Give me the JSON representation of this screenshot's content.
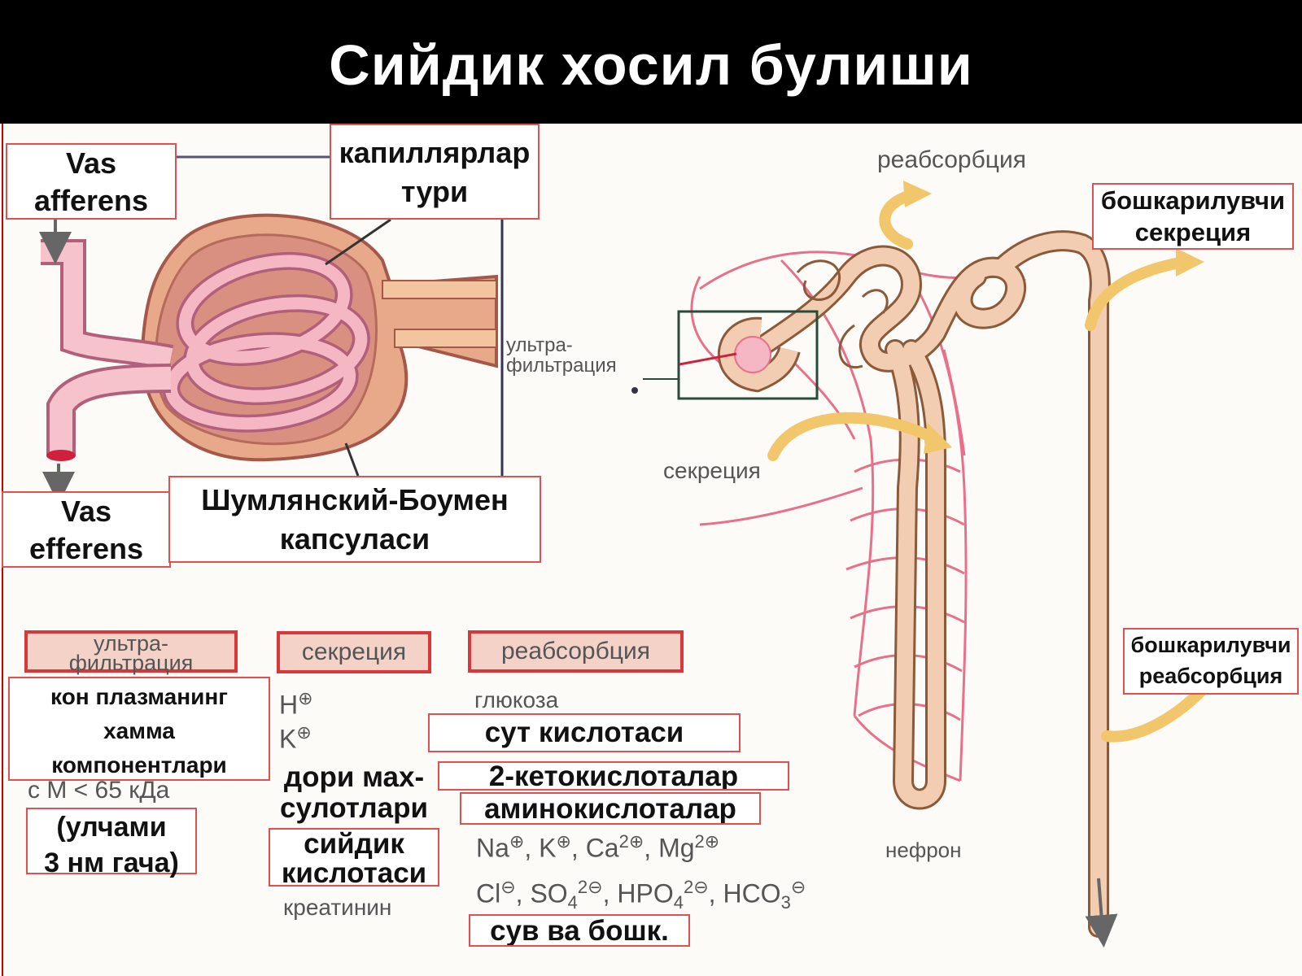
{
  "title": "Сийдик хосил булиши",
  "labels": {
    "vas_afferens": [
      "Vas",
      "afferens"
    ],
    "capillaries": [
      "капиллярлар",
      "тури"
    ],
    "vas_efferens": [
      "Vas",
      "efferens"
    ],
    "capsule": [
      "Шумлянский-Боумен",
      "капсуласи"
    ],
    "controlled_secretion": [
      "бошкарилувчи",
      "секреция"
    ],
    "controlled_reabsorption": [
      "бошкарилувчи",
      "реабсорбция"
    ]
  },
  "nephron_text": {
    "reabsorption": "реабсорбция",
    "ultrafiltration": [
      "ультра-",
      "фильтрация"
    ],
    "secretion": "секреция",
    "nephron": "нефрон"
  },
  "columns": {
    "ultrafiltration_header": [
      "ультра-",
      "фильтрация"
    ],
    "secretion_header": "секреция",
    "reabsorption_header": "реабсорбция"
  },
  "ultrafiltration_items": {
    "box": [
      "кон плазманинг",
      "хамма",
      "компонентлари"
    ],
    "mass_note": "с М < 65 кДа",
    "size_box": [
      "(улчами",
      "3 нм гача)"
    ]
  },
  "secretion_items": {
    "h": "H",
    "k": "K",
    "drugs": [
      "дори мах-",
      "сулотлари"
    ],
    "uric_acid": [
      "сийдик",
      "кислотаси"
    ],
    "creatinine": "креатинин"
  },
  "reabsorption_items": {
    "glucose": "глюкоза",
    "lactic": "сут кислотаси",
    "keto": "2-кетокислоталар",
    "amino": "аминокислоталар",
    "cations": {
      "na": "Na",
      "k": "K",
      "ca": "Ca",
      "ca_sup": "2",
      "mg": "Mg",
      "mg_sup": "2"
    },
    "anions": {
      "cl": "Cl",
      "so": "SO",
      "so_sub": "4",
      "so_sup": "2",
      "hpo": "HPO",
      "hpo_sub": "4",
      "hpo_sup": "2",
      "hco": "HCO",
      "hco_sub": "3"
    },
    "water": "сув ва бошк."
  },
  "colors": {
    "title_bg": "#000000",
    "box_border": "#e05050",
    "tubule": "#f2cdb2",
    "capillary": "#e8708a",
    "arrow": "#f2c66a",
    "glomerulus": "#f6b7c4"
  }
}
